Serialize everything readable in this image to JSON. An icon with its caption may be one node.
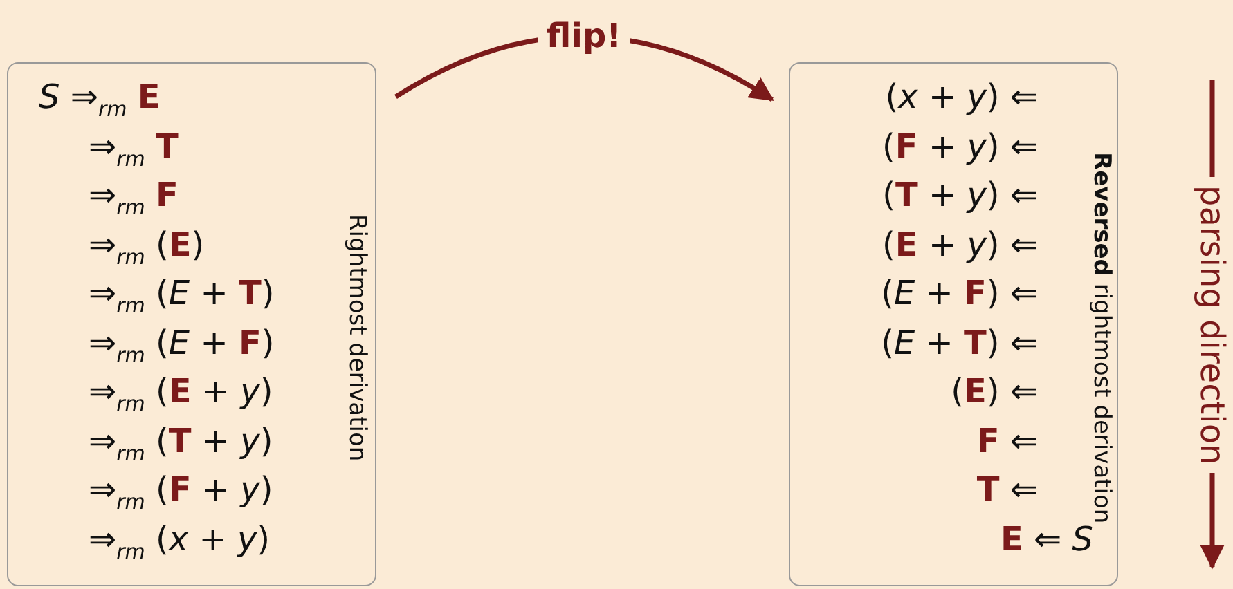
{
  "diagram": {
    "nodes": [
      {
        "text": [
          "Rightmost derivation",
          "*S* ⇒$_{rm}$ **E**",
          "⇒$_{rm}$ **T**",
          "⇒$_{rm}$ **F**",
          "⇒$_{rm}$ (**E**)",
          "⇒$_{rm}$ (*E* + **T**)",
          "⇒$_{rm}$ (*E* + **F**)",
          "⇒$_{rm}$ (**E** + *y*)",
          "⇒$_{rm}$ (**T** + *y*)",
          "⇒$_{rm}$ (**F** + *y*)",
          "⇒$_{rm}$ (*x* + *y*)"
        ]
      },
      {
        "text": [
          "**Reversed** rightmost derivation",
          "(*x* + *y*) ⇐",
          "(**F** + *y*) ⇐",
          "(**T** + *y*) ⇐",
          "(**E** + *y*) ⇐",
          "(*E* + **F**) ⇐",
          "(*E* + **T**) ⇐",
          "(**E**) ⇐",
          "**F** ⇐",
          "**T** ⇐",
          "**E** ⇐ *S*"
        ]
      }
    ],
    "edges": [
      {
        "from": 0,
        "to": 1,
        "arrow": "to",
        "label": "flip!"
      }
    ],
    "labels": [
      "parsing direction"
    ]
  }
}
